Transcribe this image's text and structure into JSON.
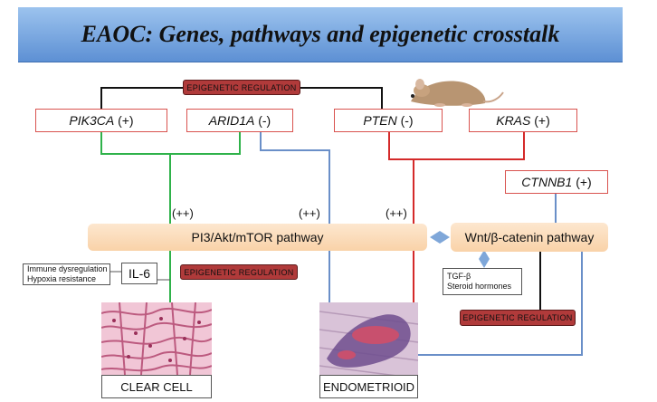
{
  "title": "EAOC: Genes, pathways and epigenetic crosstalk",
  "genes": {
    "pik3ca": {
      "name": "PIK3CA",
      "sign": "(+)"
    },
    "arid1a": {
      "name": "ARID1A",
      "sign": "(-)"
    },
    "pten": {
      "name": "PTEN",
      "sign": "(-)"
    },
    "kras": {
      "name": "KRAS",
      "sign": "(+)"
    },
    "ctnnb1": {
      "name": "CTNNB1",
      "sign": "(+)"
    }
  },
  "epigenetic_regulation": "EPIGENETIC REGULATION",
  "pathways": {
    "pi3": "PI3/Akt/mTOR pathway",
    "wnt": "Wnt/β-catenin pathway"
  },
  "plus_labels": [
    "(++)",
    "(++)",
    "(++)"
  ],
  "il6": "IL-6",
  "immune_note": [
    "Immune dysregulation",
    "Hypoxia resistance"
  ],
  "tgf_note": [
    "TGF-β",
    "Steroid hormones"
  ],
  "outcomes": {
    "clear_cell": "CLEAR CELL",
    "endometrioid": "ENDOMETRIOID"
  },
  "colors": {
    "green": "#2fb24a",
    "blue": "#6a8fc8",
    "red": "#d42a2a",
    "black": "#111111"
  }
}
